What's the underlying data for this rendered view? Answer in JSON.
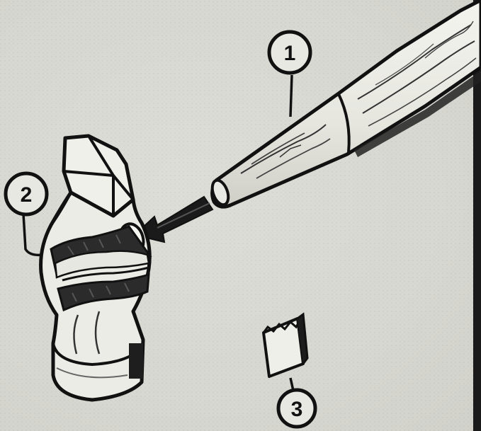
{
  "figure": {
    "callouts": [
      {
        "number": "1"
      },
      {
        "number": "2"
      },
      {
        "number": "3"
      }
    ]
  }
}
